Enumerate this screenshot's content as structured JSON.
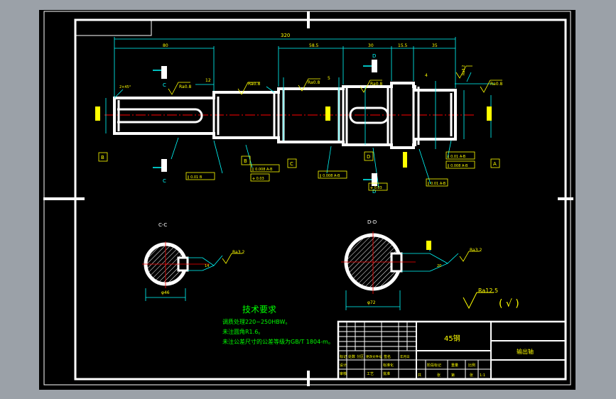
{
  "sheet": {
    "colors": {
      "background": "#000000",
      "frame": "#ffffff",
      "dimension": "#00ffff",
      "centerline": "#ff0000",
      "text_green": "#00ff00",
      "text_yellow": "#ffff00"
    }
  },
  "shaft": {
    "overall_dim": "320",
    "top_dims": [
      "80",
      "58.5",
      "30",
      "15.5",
      "35"
    ],
    "dim_12": "12",
    "dim_4": "4",
    "dim_5": "5",
    "dim_2x45": "2×45°",
    "roughness": [
      "Ra0.8",
      "Ra0.8",
      "Ra0.8",
      "Ra0.8",
      "Ra0.8",
      "Ra3.2",
      "Ra1.6"
    ],
    "section_marks": [
      "C",
      "C",
      "D",
      "D"
    ],
    "datum_labels": [
      "B",
      "B",
      "C",
      "D",
      "A"
    ],
    "tolerance_frames": [
      {
        "sym": "∥",
        "tol": "0.01",
        "datum": "B"
      },
      {
        "sym": "∥",
        "tol": "0.008",
        "datum": "A-B"
      },
      {
        "sym": "⌯",
        "tol": "0.03",
        "datum": ""
      },
      {
        "sym": "∥",
        "tol": "0.008",
        "datum": "A-B"
      },
      {
        "sym": "⌯",
        "tol": "0.03",
        "datum": ""
      },
      {
        "sym": "∥",
        "tol": "0.01",
        "datum": "A-B"
      },
      {
        "sym": "∥",
        "tol": "0.008",
        "datum": "A-B"
      },
      {
        "sym": "∥",
        "tol": "0.01",
        "datum": "A-B"
      }
    ]
  },
  "sections": {
    "c": {
      "title": "C-C",
      "diameter": "φ46",
      "roughness": "Ra3.2",
      "keyway": "14"
    },
    "d": {
      "title": "D-D",
      "diameter": "φ72",
      "roughness": "Ra3.2",
      "keyway": "20"
    }
  },
  "general_roughness": {
    "value": "Ra12.5",
    "check": "(  √  )"
  },
  "notes": {
    "title": "技术要求",
    "lines": [
      "调质处理220~250HBW。",
      "未注圆角R1.6。",
      "未注公差尺寸的公差等级为GB/T 1804-m。"
    ]
  },
  "title_block": {
    "material": "45钢",
    "part_name": "输出轴",
    "row_labels": [
      "标记",
      "设计",
      "审核",
      "工艺"
    ],
    "mid_labels": [
      "处数",
      "分区",
      "更改文件号",
      "签名",
      "年月日",
      "标准化",
      "批准"
    ],
    "right_labels": [
      "阶段标记",
      "重量",
      "比例",
      "共",
      "张",
      "第",
      "张"
    ],
    "scale": "1:1"
  }
}
